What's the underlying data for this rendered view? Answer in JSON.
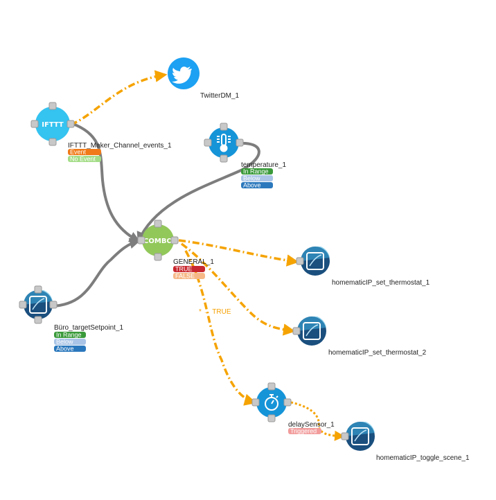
{
  "colors": {
    "wire": "#7d7d7d",
    "action_wire": "#f5a300",
    "ifttt": "#35c3f0",
    "twitter": "#1da1f2",
    "sensor": "#1694d8",
    "combo": "#92c85a",
    "homematic_dark": "#1a4f7e",
    "homematic_light": "#3fb0e0",
    "badge_green": "#3a9a3a",
    "badge_lightblue": "#a9c4e6",
    "badge_blue": "#2b78bd",
    "badge_orange": "#f07a18",
    "badge_lightgreen": "#a3dc86",
    "badge_red": "#c8282f",
    "badge_salmon": "#f6b887",
    "badge_pink": "#f29c9c"
  },
  "nodes": {
    "ifttt": {
      "icon": "ifttt-logo",
      "title": "IFTTT",
      "label": "IFTTT_Maker_Channel_events_1",
      "outputs": [
        "Event",
        "No Event"
      ]
    },
    "twitter": {
      "icon": "twitter-bird-icon",
      "label": "TwitterDM_1"
    },
    "temperature": {
      "icon": "thermometer-icon",
      "label": "temperature_1",
      "outputs": [
        "In Range",
        "Below",
        "Above"
      ]
    },
    "combo": {
      "icon": "combo-logic",
      "title": "COMBO",
      "label": "GENERAL_1",
      "outputs": [
        "TRUE",
        "FALSE"
      ]
    },
    "setpoint": {
      "icon": "homematic-device-icon",
      "label": "Büro_targetSetpoint_1",
      "outputs": [
        "In Range",
        "Below",
        "Above"
      ]
    },
    "thermostat1": {
      "icon": "homematic-device-icon",
      "label": "homematicIP_set_thermostat_1"
    },
    "thermostat2": {
      "icon": "homematic-device-icon",
      "label": "homematicIP_set_thermostat_2"
    },
    "delay": {
      "icon": "stopwatch-icon",
      "label": "delaySensor_1",
      "outputs": [
        "Triggered"
      ]
    },
    "scene": {
      "icon": "homematic-device-icon",
      "label": "homematicIP_toggle_scene_1"
    }
  },
  "edge_labels": {
    "combo_to_delay": "* → TRUE"
  }
}
